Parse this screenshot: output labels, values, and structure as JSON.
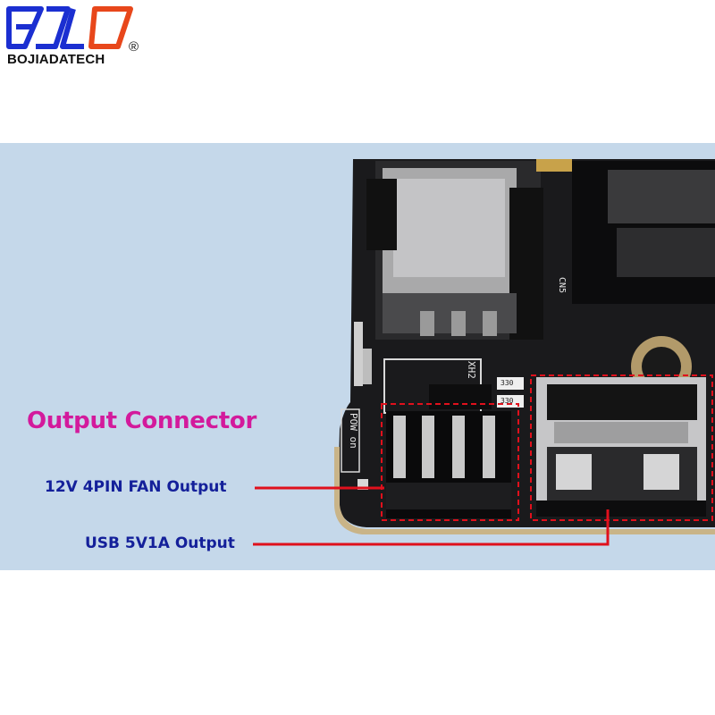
{
  "brand": {
    "wordmark": "BOJIADATECH",
    "registered_mark": "®",
    "logo_colors": {
      "primary": "#1b2fd1",
      "accent": "#e8471b"
    }
  },
  "annotations": {
    "title": "Output Connector",
    "fan_label": "12V 4PIN FAN Output",
    "usb_label": "USB 5V1A Output"
  },
  "board_silkscreen": {
    "xh2": "XH2",
    "pow_on": "POW on",
    "cn5": "CN5",
    "r1": "330",
    "r2": "330"
  },
  "colors": {
    "background": "#c5d8ea",
    "title": "#d31a9c",
    "label": "#14209a",
    "leader_line": "#e0101c",
    "highlight_box": "#e0101c"
  }
}
